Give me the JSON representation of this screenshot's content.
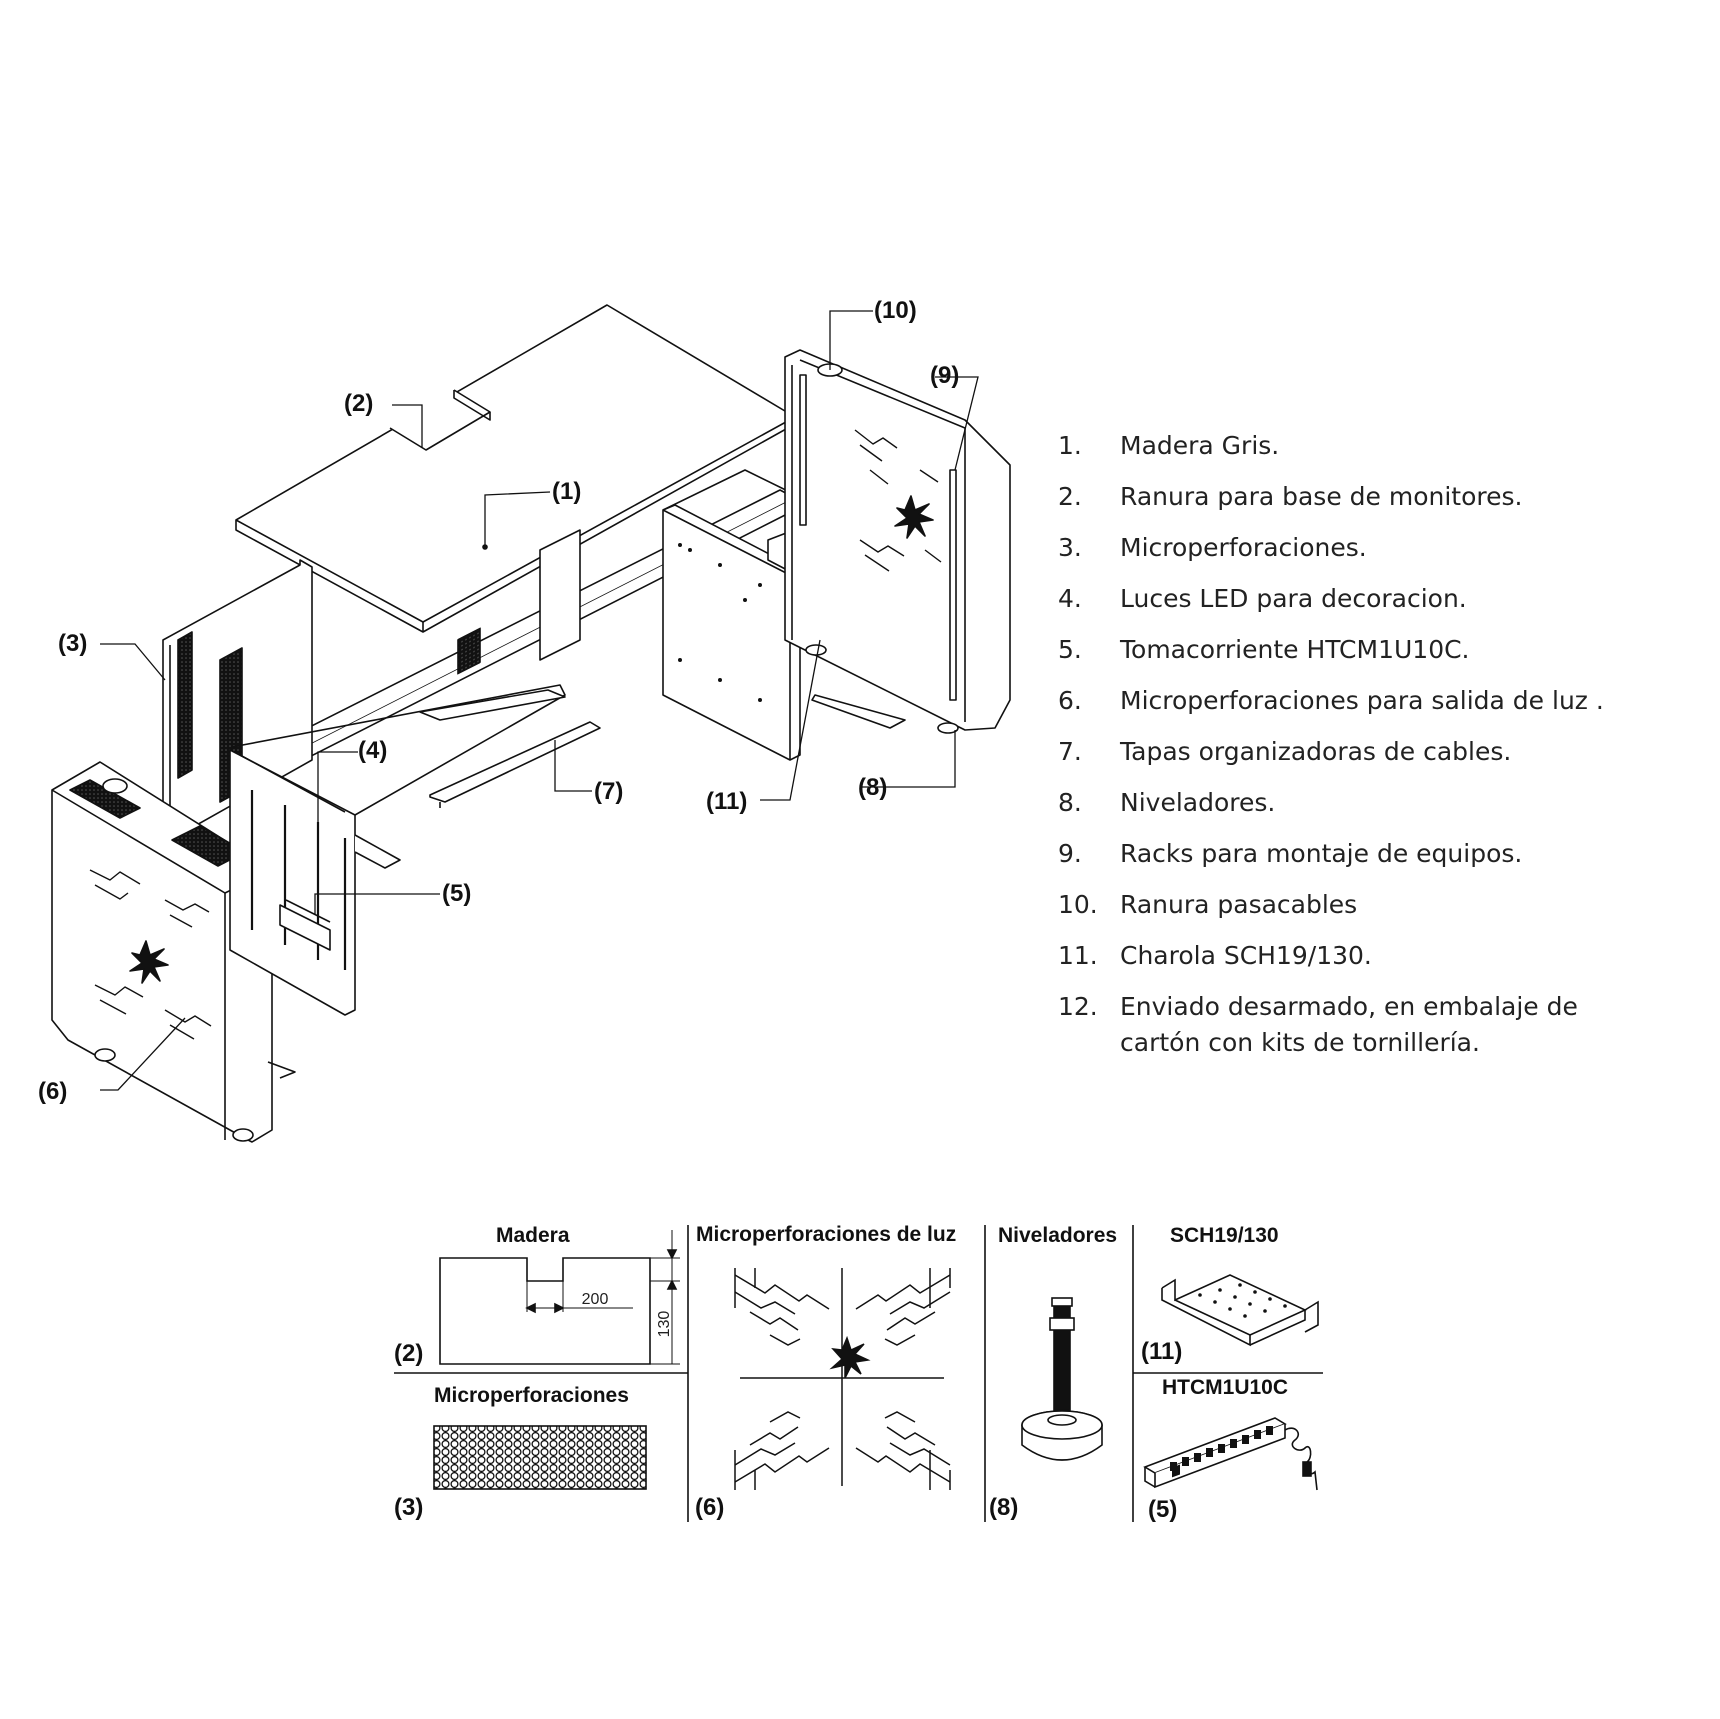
{
  "callouts": {
    "c1": "(1)",
    "c2": "(2)",
    "c3": "(3)",
    "c4": "(4)",
    "c5": "(5)",
    "c6": "(6)",
    "c7": "(7)",
    "c8": "(8)",
    "c9": "(9)",
    "c10": "(10)",
    "c11": "(11)"
  },
  "legend": [
    {
      "num": "1.",
      "text": "Madera Gris."
    },
    {
      "num": "2.",
      "text": "Ranura para base de monitores."
    },
    {
      "num": "3.",
      "text": "Microperforaciones."
    },
    {
      "num": "4.",
      "text": "Luces LED para decoracion."
    },
    {
      "num": "5.",
      "text": "Tomacorriente HTCM1U10C."
    },
    {
      "num": "6.",
      "text": "Microperforaciones para salida de luz ."
    },
    {
      "num": "7.",
      "text": "Tapas organizadoras de cables."
    },
    {
      "num": "8.",
      "text": "Niveladores."
    },
    {
      "num": "9.",
      "text": "Racks para montaje de equipos."
    },
    {
      "num": "10.",
      "text": "Ranura pasacables"
    },
    {
      "num": "11.",
      "text": "Charola SCH19/130."
    },
    {
      "num": "12.",
      "text": "Enviado desarmado, en embalaje de cartón con kits de tornillería."
    }
  ],
  "details": {
    "madera": {
      "title": "Madera",
      "ref": "(2)",
      "dim_width": "200",
      "dim_depth": "130"
    },
    "microperforaciones": {
      "title": "Microperforaciones",
      "ref": "(3)"
    },
    "microperforaciones_luz": {
      "title": "Microperforaciones de luz",
      "ref": "(6)"
    },
    "niveladores": {
      "title": "Niveladores",
      "ref": "(8)"
    },
    "charola": {
      "title": "SCH19/130",
      "ref": "(11)"
    },
    "tomacorriente": {
      "title": "HTCM1U10C",
      "ref": "(5)"
    }
  }
}
